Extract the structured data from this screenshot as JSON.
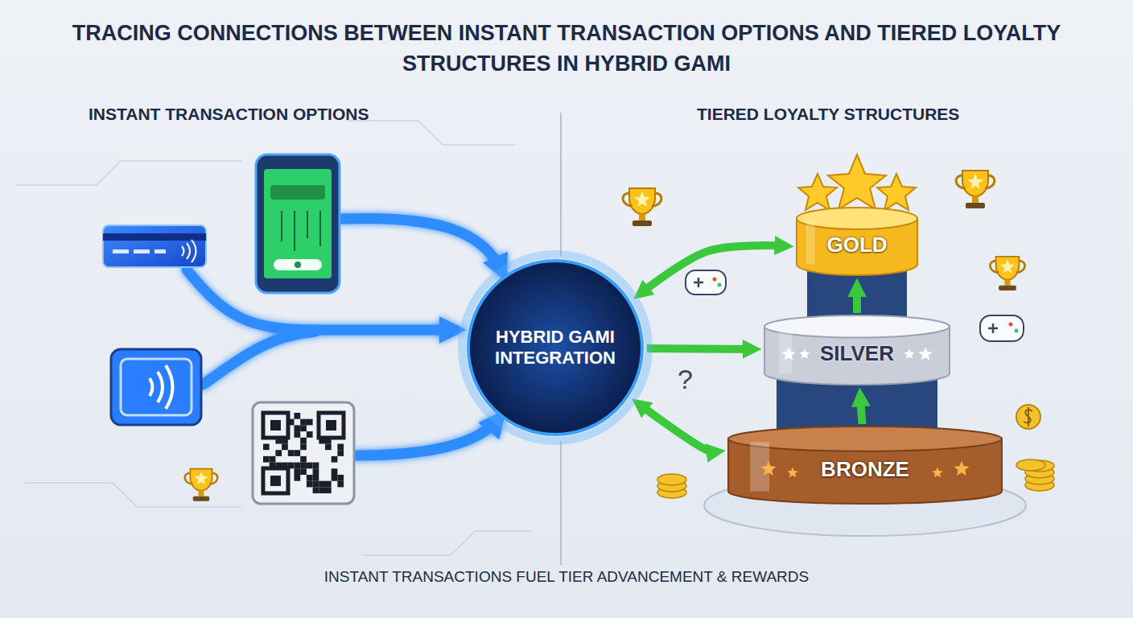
{
  "diagram": {
    "title": "TRACING CONNECTIONS BETWEEN INSTANT TRANSACTION OPTIONS AND TIERED LOYALTY STRUCTURES IN HYBRID GAMI",
    "caption": "INSTANT TRANSACTIONS FUEL TIER ADVANCEMENT & REWARDS",
    "nodes": [
      {
        "text": [
          "HYBRID GAMI INTEGRATION"
        ]
      },
      {
        "text": [
          "GOLD"
        ]
      },
      {
        "text": [
          "SILVER"
        ]
      },
      {
        "text": [
          "BRONZE"
        ]
      }
    ],
    "edges": [
      {
        "from": 0,
        "to": 1,
        "arrow": "both"
      },
      {
        "from": 0,
        "to": 2,
        "arrow": "to"
      },
      {
        "from": 0,
        "to": 3,
        "arrow": "both"
      },
      {
        "from": 3,
        "to": 2,
        "arrow": "to"
      },
      {
        "from": 2,
        "to": 1,
        "arrow": "to"
      }
    ],
    "labels": [
      "INSTANT TRANSACTION OPTIONS",
      "TIERED LOYALTY STRUCTURES",
      "?"
    ]
  }
}
